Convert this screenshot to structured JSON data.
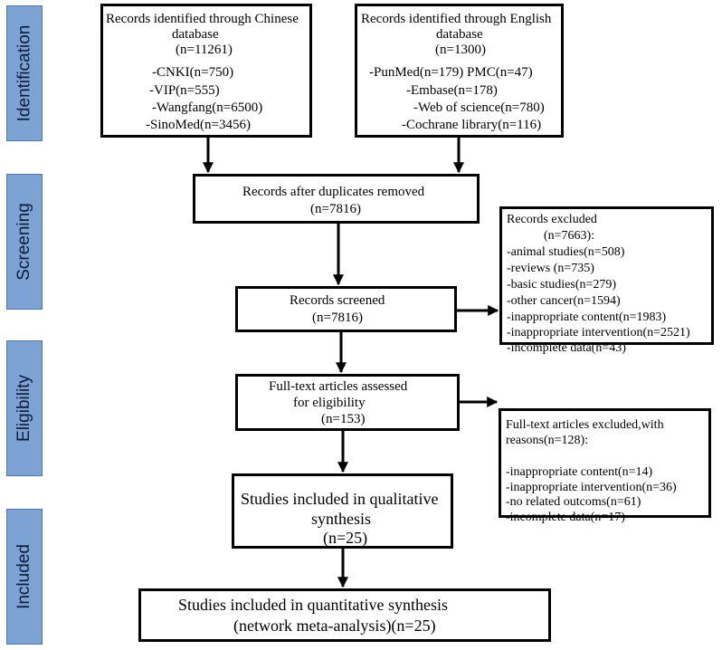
{
  "phases": {
    "identification": "Identification",
    "screening": "Screening",
    "eligibility": "Eligibility",
    "included": "Included"
  },
  "chinese_db": {
    "title": "Records identified through Chinese",
    "title2": "database",
    "count": "(n=11261)",
    "items": [
      "-CNKI(n=750)",
      "-VIP(n=555)",
      "-Wangfang(n=6500)",
      "-SinoMed(n=3456)"
    ]
  },
  "english_db": {
    "title": "Records identified through English",
    "title2": "database",
    "count": "(n=1300)",
    "items": [
      "-PunMed(n=179) PMC(n=47)",
      "-Embase(n=178)",
      "-Web of science(n=780)",
      "-Cochrane library(n=116)"
    ]
  },
  "duplicates": {
    "line1": "Records after duplicates removed",
    "line2": "(n=7816)"
  },
  "screened": {
    "line1": "Records screened",
    "line2": "(n=7816)"
  },
  "excluded_records": {
    "line1": "Records excluded",
    "line2": "(n=7663):",
    "items": [
      "-animal studies(n=508)",
      "-reviews (n=735)",
      "-basic studies(n=279)",
      "-other cancer(n=1594)",
      "-inappropriate content(n=1983)",
      "-inappropriate intervention(n=2521)",
      "-incomplete data(n=43)"
    ]
  },
  "fulltext": {
    "line1": "Full-text articles assessed",
    "line2": "for eligibility",
    "line3": "(n=153)"
  },
  "excluded_fulltext": {
    "line1": "Full-text articles excluded,with",
    "line2": "reasons(n=128):",
    "items": [
      "-inappropriate content(n=14)",
      "-inappropriate intervention(n=36)",
      "-no related outcoms(n=61)",
      "-incomplete data(n=17)"
    ]
  },
  "qualitative": {
    "line1": "Studies included in qualitative",
    "line2": "synthesis",
    "line3": "(n=25)"
  },
  "quantitative": {
    "line1": "Studies included in quantitative synthesis",
    "line2": "(network meta-analysis)(n=25)"
  }
}
